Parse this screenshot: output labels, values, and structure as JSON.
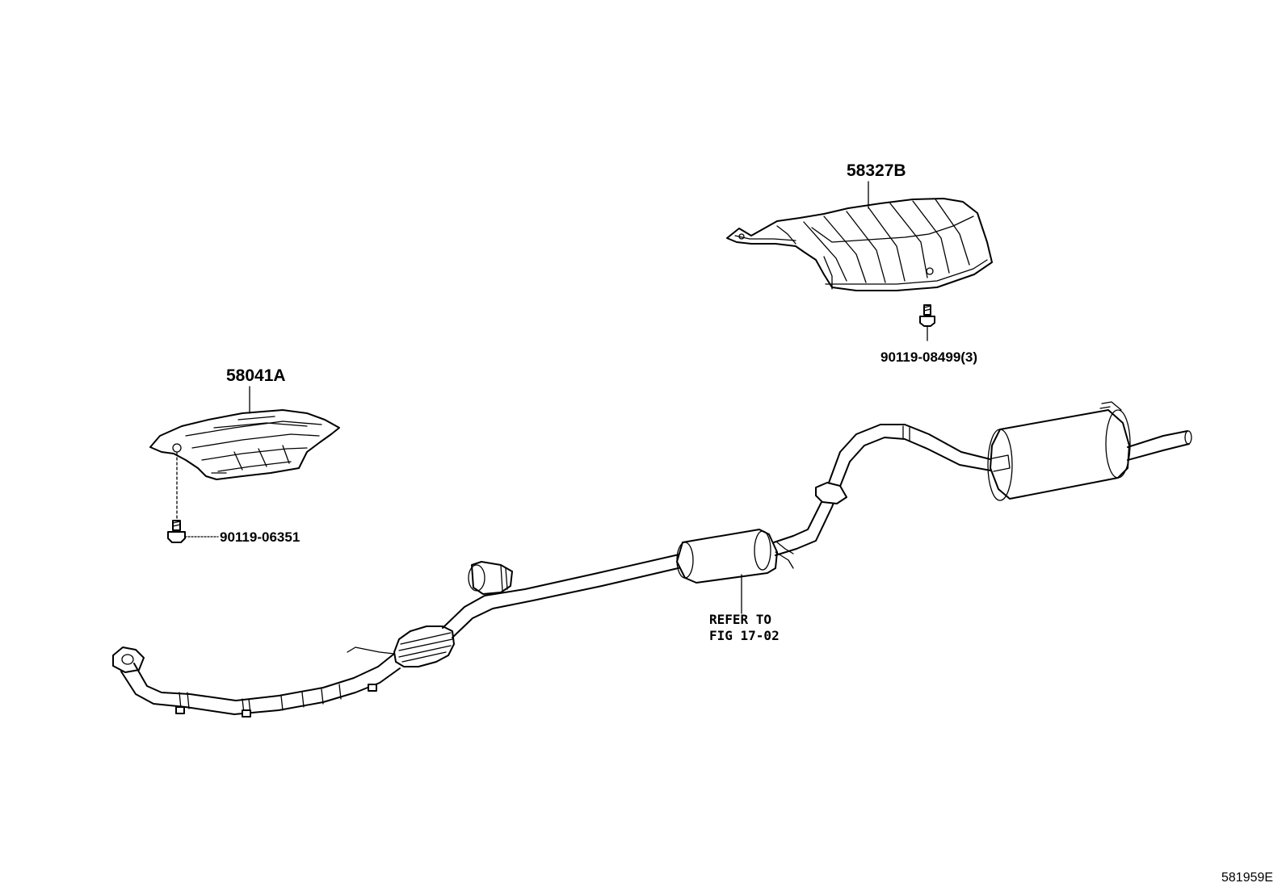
{
  "labels": {
    "part_58327b": "58327B",
    "part_58041a": "58041A",
    "bolt_upper": "90119-08499(3)",
    "bolt_lower": "90119-06351",
    "refer_line1": "REFER TO",
    "refer_line2": "FIG 17-02",
    "figure_id": "581959E"
  }
}
